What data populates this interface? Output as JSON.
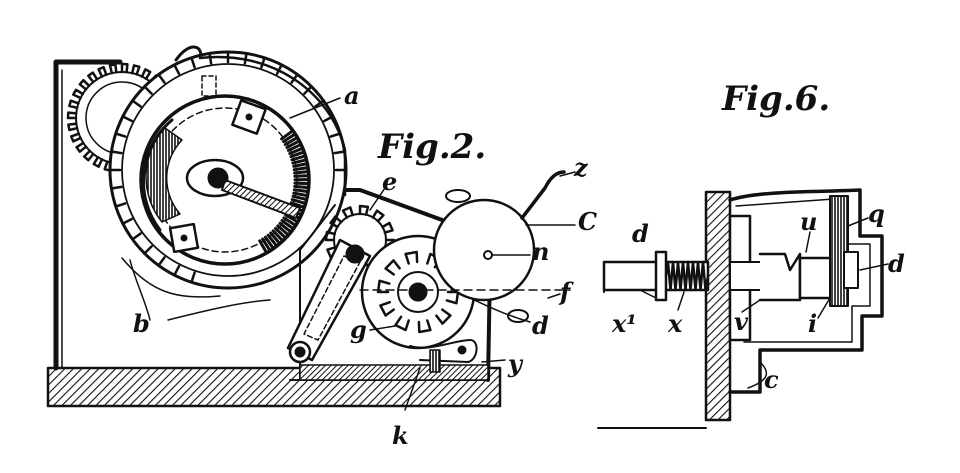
{
  "figures": [
    {
      "title": "Fig.2.",
      "labels": {
        "a": "a",
        "b": "b",
        "e": "e",
        "z": "z",
        "C": "C",
        "n": "n",
        "f": "f",
        "d": "d",
        "g": "g",
        "y": "y",
        "k": "k"
      }
    },
    {
      "title": "Fig.6.",
      "labels": {
        "d_left": "d",
        "q": "q",
        "u": "u",
        "d_right": "d",
        "x1": "x¹",
        "x": "x",
        "v": "v",
        "i": "i",
        "c": "c"
      }
    }
  ]
}
